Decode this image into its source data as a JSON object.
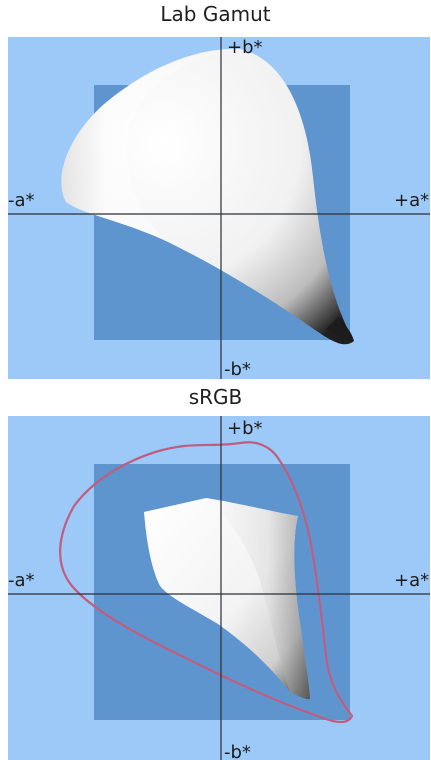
{
  "panels": [
    {
      "title": "Lab Gamut",
      "axis_labels": {
        "plus_b": "+b*",
        "minus_b": "-b*",
        "plus_a": "+a*",
        "minus_a": "-a*"
      }
    },
    {
      "title": "sRGB",
      "axis_labels": {
        "plus_b": "+b*",
        "minus_b": "-b*",
        "plus_a": "+a*",
        "minus_a": "-a*"
      }
    }
  ],
  "colors": {
    "background": "#9cc9f7",
    "inner_square": "#5f95cf",
    "axis": "#2a2f38",
    "gamut_outline": "#c05d7f"
  }
}
